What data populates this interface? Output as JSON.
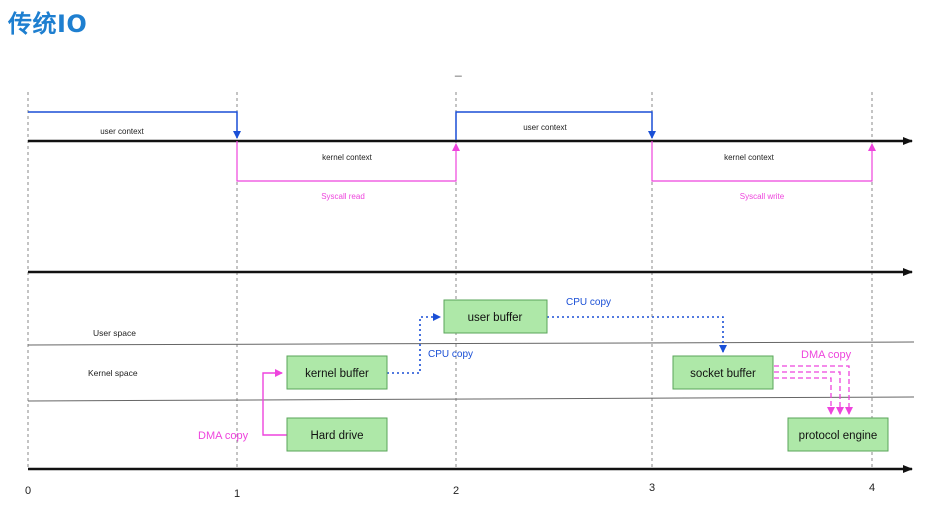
{
  "title": "传统IO",
  "dash": "_",
  "timeline": {
    "ticks": [
      "0",
      "1",
      "2",
      "3",
      "4"
    ],
    "user_context_1": "user context",
    "user_context_2": "user context",
    "kernel_context_1": "kernel context",
    "kernel_context_2": "kernel context",
    "syscall_read": "Syscall read",
    "syscall_write": "Syscall write"
  },
  "spaces": {
    "user": "User space",
    "kernel": "Kernel  space"
  },
  "boxes": {
    "user_buffer": "user buffer",
    "kernel_buffer": "kernel buffer",
    "hard_drive": "Hard drive",
    "socket_buffer": "socket buffer",
    "protocol_engine": "protocol engine"
  },
  "copies": {
    "cpu_copy_upper": "CPU copy",
    "cpu_copy_lower": "CPU copy",
    "dma_copy_left": "DMA copy",
    "dma_copy_right": "DMA copy"
  },
  "colors": {
    "title": "#1e7fd0",
    "user_line": "#1a4fd6",
    "kernel_line": "#ee44dd",
    "box_fill": "#aee8a8",
    "box_stroke": "#5aa55a",
    "axis": "#111111",
    "space_line": "#555555"
  }
}
